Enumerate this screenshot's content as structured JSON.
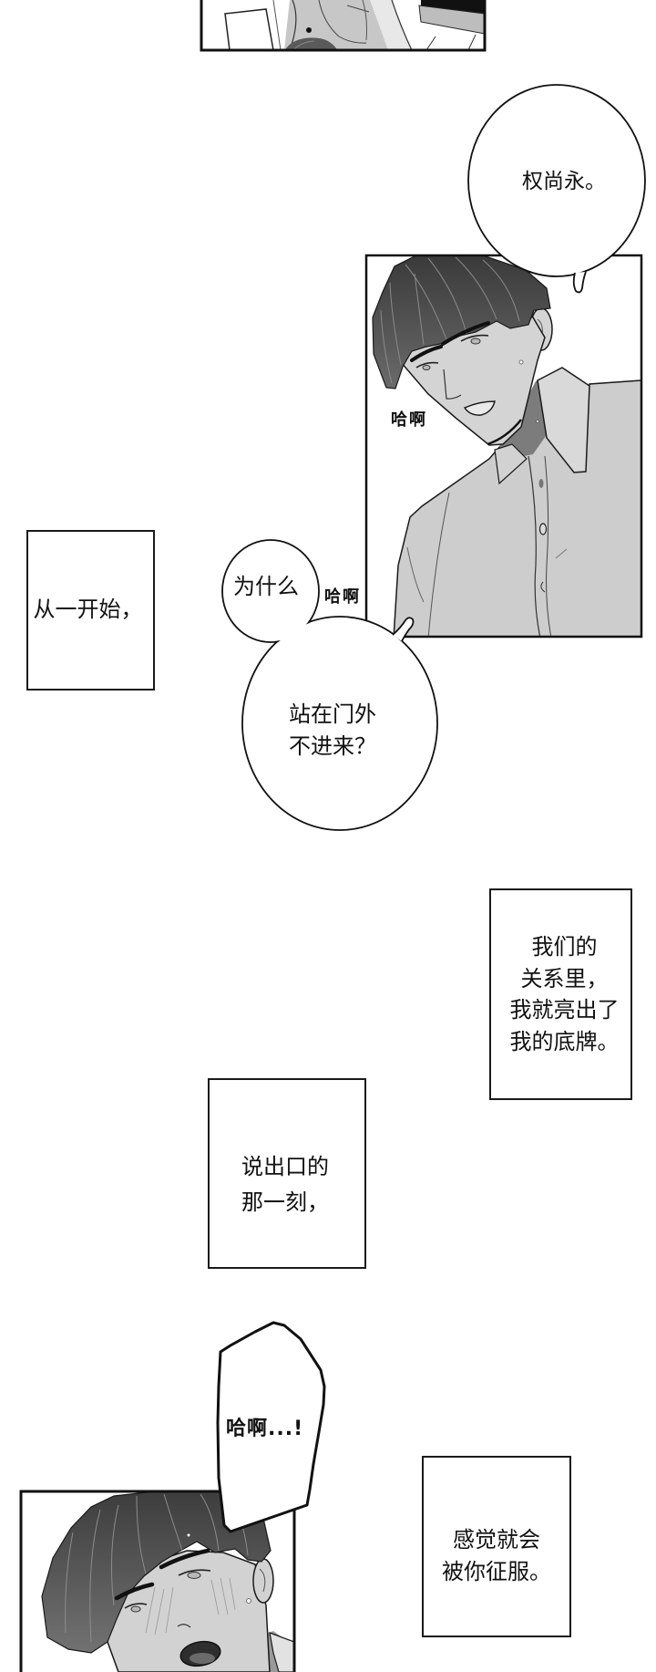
{
  "panels": [
    {
      "id": "panel-1",
      "art": "cropped-desk-scene-tablet-shirt-monitor"
    },
    {
      "id": "panel-2",
      "art": "man-in-shirt-head-tilted-panting"
    },
    {
      "id": "panel-3",
      "art": "man-blushing-closeup-open-mouth"
    }
  ],
  "speech_bubbles": {
    "name_call": {
      "text": "权尚永。"
    },
    "why": {
      "text": "为什么"
    },
    "outside_door": {
      "lines": [
        "站在门外",
        "不进来？"
      ]
    },
    "gasp": {
      "text": "哈啊...!"
    }
  },
  "sfx": {
    "panting_panel": "哈啊",
    "panting_between": "哈啊"
  },
  "narration": {
    "box_1": {
      "lines": [
        "从一开始，"
      ]
    },
    "box_2": {
      "lines": [
        "我们的",
        "关系里，",
        "我就亮出了",
        "我的底牌。"
      ]
    },
    "box_3": {
      "lines": [
        "说出口的",
        "那一刻，"
      ]
    },
    "box_4": {
      "lines": [
        "感觉就会",
        "被你征服。"
      ]
    }
  },
  "colors": {
    "ink": "#111111",
    "background": "#ffffff",
    "hair": "#4b4b4b",
    "skin": "#d4d4d4",
    "shirt": "#cdcdcd",
    "screen": "#bdbdbd"
  }
}
